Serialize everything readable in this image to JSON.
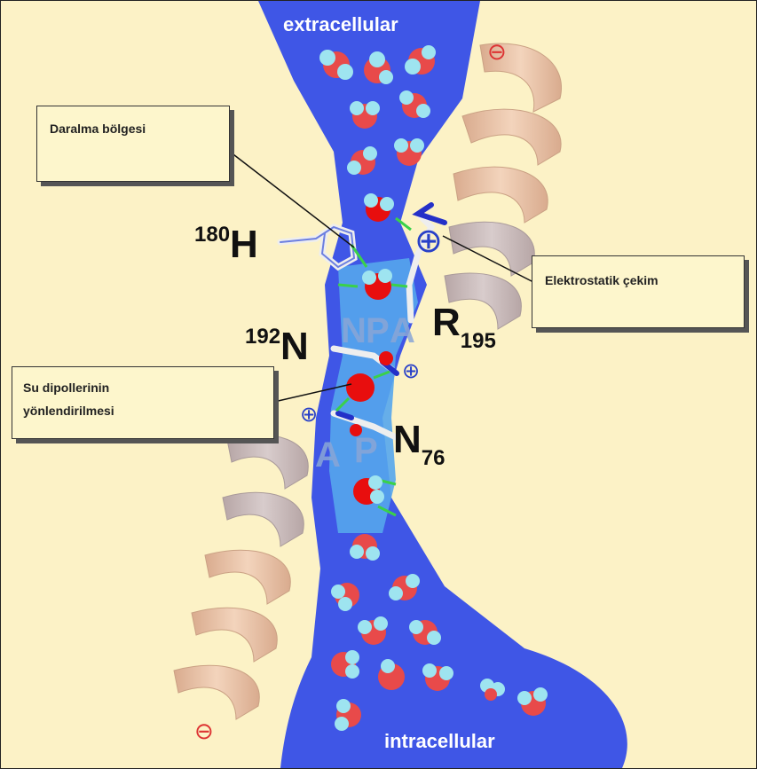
{
  "labels": {
    "top": "extracellular",
    "bottom": "intracellular"
  },
  "callouts": {
    "constriction": "Daralma bölgesi",
    "electrostatic": "Elektrostatik çekim",
    "dipole_line1": "Su dipollerinin",
    "dipole_line2": "yönlendirilmesi"
  },
  "residues": {
    "h": {
      "num": "180",
      "letter": "H"
    },
    "n192": {
      "num": "192",
      "letter": "N"
    },
    "r": {
      "letter": "R",
      "num": "195"
    },
    "n76": {
      "letter": "N",
      "num": "76"
    }
  },
  "motifs": {
    "npa_top": [
      "N",
      "P",
      "A"
    ],
    "npa_bottom": [
      "A",
      "P"
    ]
  },
  "symbols": {
    "plus": "⊕",
    "minus": "⊖"
  },
  "colors": {
    "background": "#fcf2c6",
    "channel_outer": "#3f56e6",
    "channel_inner": "#55a6ec",
    "helix": "#e8c2a6",
    "oxygen": "#e84a4a",
    "hydrogen": "#9ee4f0",
    "hbond": "#3ad14a"
  }
}
